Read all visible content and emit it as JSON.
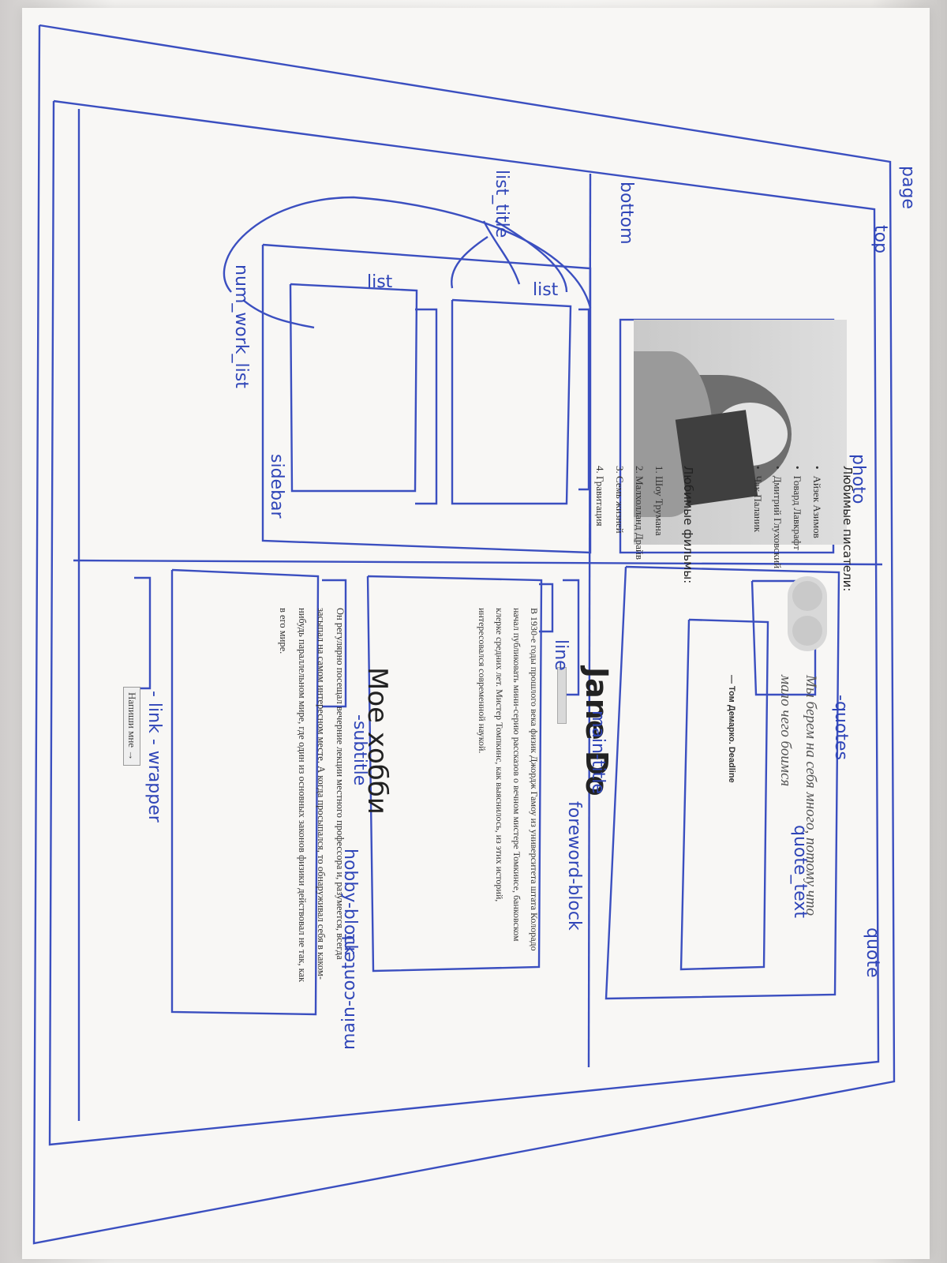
{
  "annotations": {
    "page": "page",
    "top": "top",
    "bottom": "bottom",
    "photo": "photo",
    "quote": "quote",
    "quotes": "-quotes",
    "quote_text": "quote_text",
    "main_title": "main-title",
    "line": "line",
    "foreword_block": "foreword-block",
    "subtitle": "-subtitle",
    "hobby_block": "hobby-block",
    "main_content": "main-content",
    "link_wrapper": "- link - wrapper",
    "sidebar": "sidebar",
    "list_title": "list_title",
    "list1": "list",
    "list2": "list",
    "num_work_list": "num_work_list"
  },
  "quote": {
    "text": "Мы берем на себя много, потому что мало чего боимся",
    "author": "— Том Демарко. Deadline"
  },
  "main": {
    "title": "Jane Do",
    "foreword": "В 1930-е годы прошлого века физик Джордж Гамоу из университета штата Колорадо начал публиковать мини-серию рассказов о вечном мистере Томкинсе, банковском клерке средних лет. Мистер Томпкинс, как выяснилось, из этих историй, интересовался современной наукой.",
    "subtitle": "Мое хобби",
    "hobby": "Он регулярно посещал вечерние лекции местного профессора и, разумеется, всегда засыпал на самом интересном месте. А когда просыпался, то обнаруживал себя в каком-нибудь параллельном мире, где один из основных законов физики действовал не так, как в его мире.",
    "link": "Напиши мне →"
  },
  "sidebar": {
    "writers_title": "Любимые писатели:",
    "writers": [
      "Айзек Азимов",
      "Говард Лавкрафт",
      "Дмитрий Глуховский",
      "Чак Паланик"
    ],
    "films_title": "Любимые фильмы:",
    "films": [
      "1. Шоу Трумана",
      "2. Малхолланд Драйв",
      "3. Семь жизней",
      "4. Гравитация"
    ]
  }
}
